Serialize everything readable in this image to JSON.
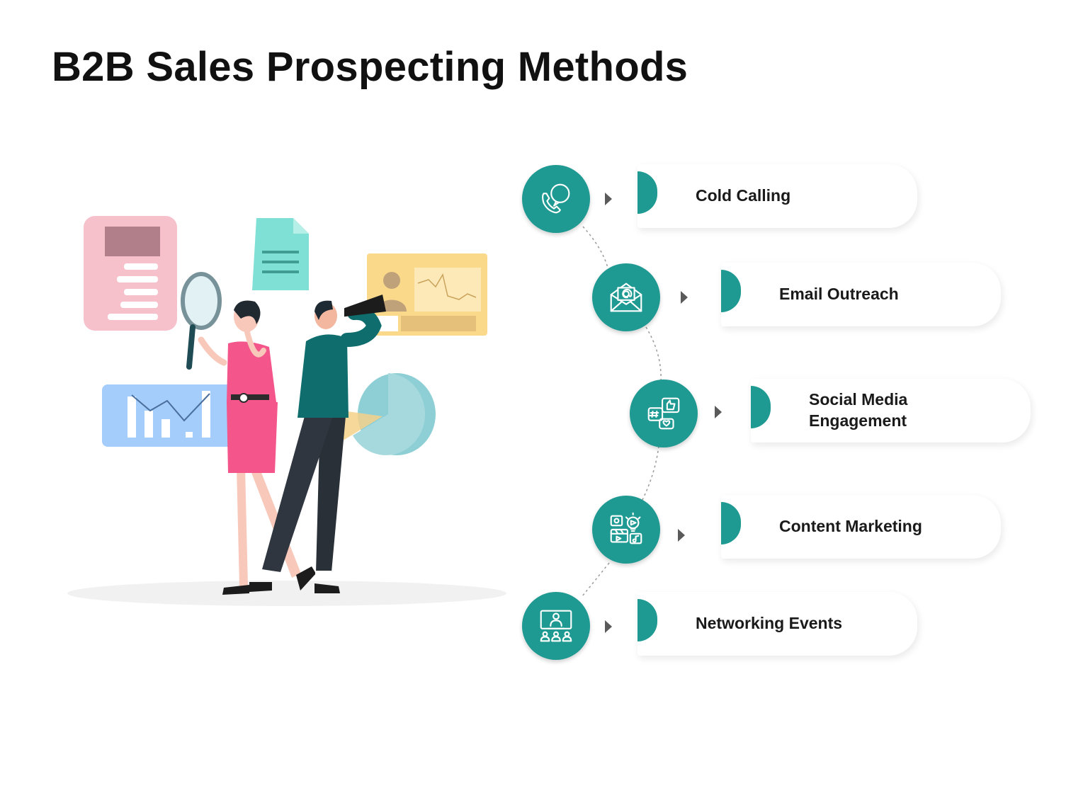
{
  "title": "B2B Sales Prospecting Methods",
  "colors": {
    "accent": "#1f9a92",
    "title": "#111111",
    "arrow": "#5a5a5a"
  },
  "methods": [
    {
      "label": "Cold Calling",
      "icon": "phone-chat-icon"
    },
    {
      "label": "Email Outreach",
      "icon": "email-envelope-icon"
    },
    {
      "label": "Social Media\nEngagement",
      "icon": "social-media-icon"
    },
    {
      "label": "Content Marketing",
      "icon": "content-media-icon"
    },
    {
      "label": "Networking Events",
      "icon": "networking-meeting-icon"
    }
  ]
}
